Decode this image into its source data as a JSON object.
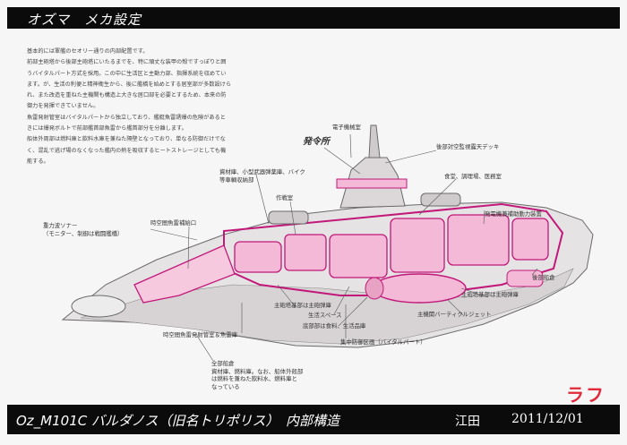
{
  "header": {
    "title": "オズマ　メカ設定"
  },
  "intro": [
    "基本的には軍艦のセオリー通りの内部配置です。",
    "前部主砲塔から後部主砲塔にいたるまでを、特に頑丈な装甲の殻ですっぽりと囲",
    "うバイタルパート方式を採用。この中に生活区と主動力部、指揮系統を収めてい",
    "ます。が、生活の利便と精神衛生から、後に艦橋を始めとする居室部が多数設けら",
    "れ、また改造を重ねた主機関も構造上大きな居口部を必要とするため、本来の防",
    "御力を発揮できていません。",
    "魚雷発射管室はバイタルパートから独立しており、艦艇魚雷誘爆の危険があると",
    "きには爆発ボルトで前部艦首部魚雷から艦首部分を分離します。",
    "船体外周部は燃料庫と飲料水庫を兼ねた隔壁となっており、単なる防御だけでな",
    "く、混乱で逃げ場のなくなった艦内の熱を吸収するヒートストレージとしても機",
    "能する。"
  ],
  "labels": {
    "denshi": "電子機械室",
    "hatsurei": "発令所",
    "koubu_deck": "後部対空監視露天デッキ",
    "shizai": [
      "資材庫、小型武器弾薬庫、バイク",
      "等車輌収納部"
    ],
    "shokudo": [
      "食堂、調理場、医務室"
    ],
    "sakusen": "作戦室",
    "hatsuden": "発電機兼補助動力装置",
    "juryokuha": [
      "重力波ソナー",
      "（モニター、制御は戦闘艦橋）"
    ],
    "jikuuten": "時空間魚雷補給口",
    "koubu_seigo": "後部船倉",
    "shuho_koubu": "主砲塔基部は主砲弾庫",
    "shuho_zenbu": "主砲塔基部は主砲弾庫",
    "seikatsu": "生活スペース",
    "teibu": "底部部は食料、生活品庫",
    "shukikan": "主機関バーティクルジェット",
    "shuchu": "集中防御区画（バイタルパート）",
    "jikuuten2": "時空間魚雷発射管室＆魚雷庫",
    "zenbu_seigo": [
      "全部船倉",
      "資材庫、燃料庫。なお、船体外殻部",
      "は燃料を兼ねた飲料水、燃料庫と",
      "なっている"
    ]
  },
  "stamp": "ラフ",
  "footer": {
    "title": "Oz_M101C バルダノス（旧名トリポリス）　内部構造",
    "author": "江田",
    "date": "2011/12/01"
  }
}
